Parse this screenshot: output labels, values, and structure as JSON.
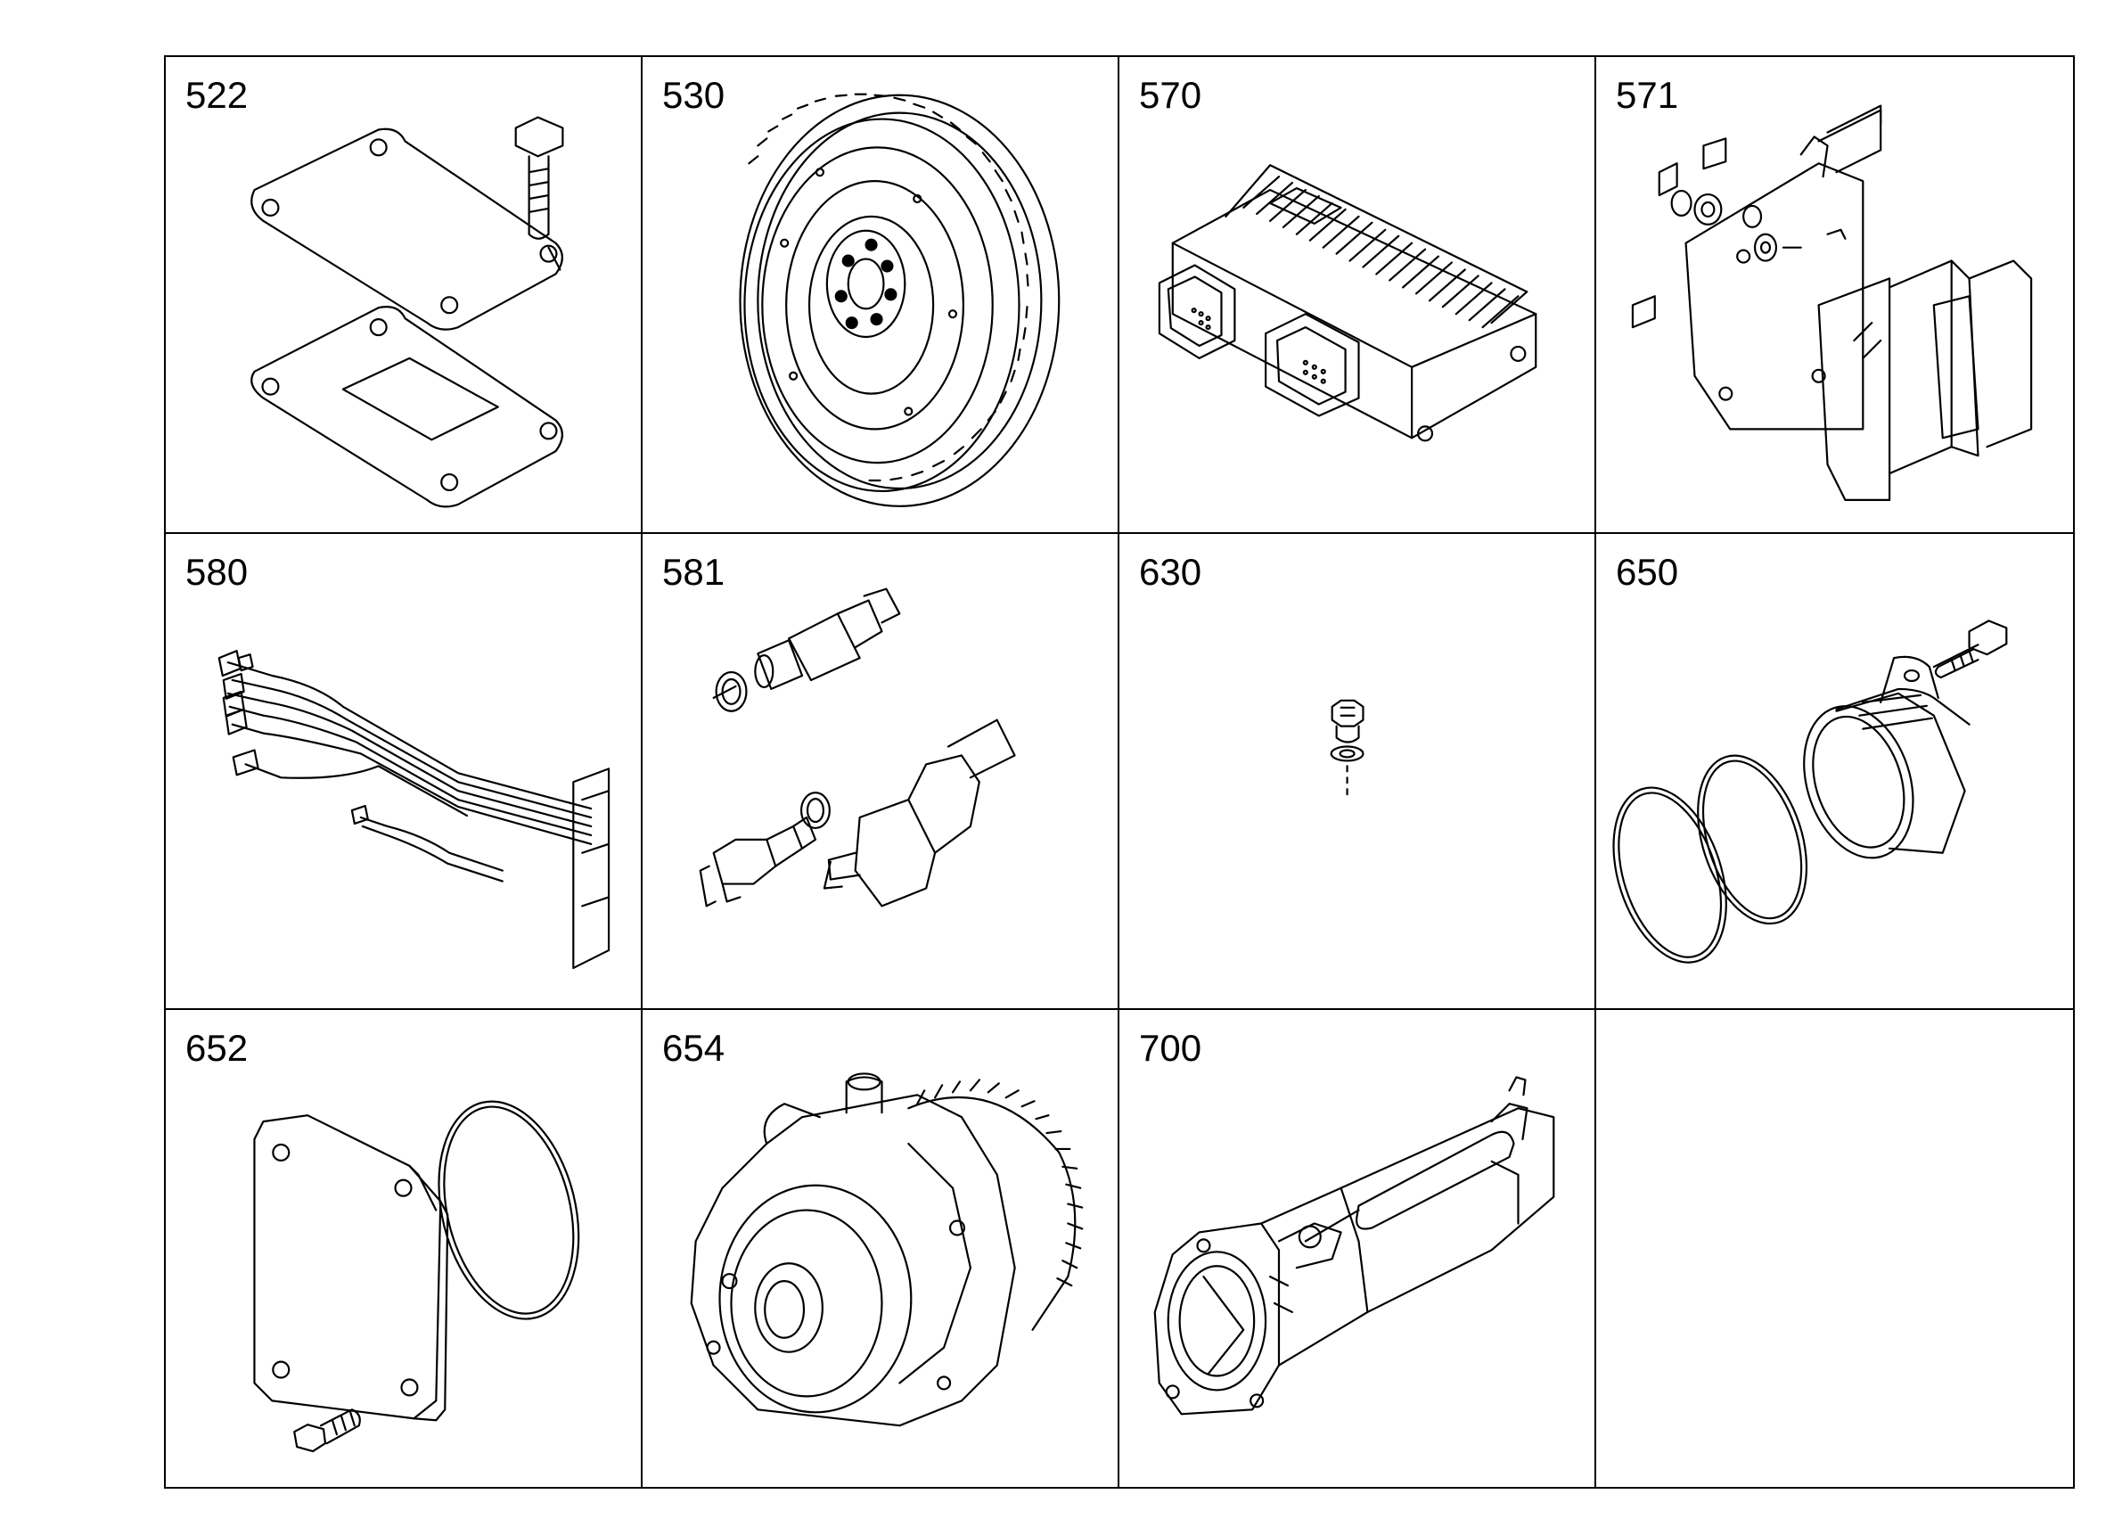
{
  "parts": [
    {
      "number": "522",
      "icon": "gasket-plates-with-bolt-icon"
    },
    {
      "number": "530",
      "icon": "flywheel-ring-gear-icon"
    },
    {
      "number": "570",
      "icon": "engine-control-unit-icon"
    },
    {
      "number": "571",
      "icon": "ecu-mounting-bracket-icon"
    },
    {
      "number": "580",
      "icon": "wiring-harness-icon"
    },
    {
      "number": "581",
      "icon": "sensors-with-seal-rings-icon"
    },
    {
      "number": "630",
      "icon": "plug-screw-with-washer-icon"
    },
    {
      "number": "650",
      "icon": "flange-with-o-rings-icon"
    },
    {
      "number": "652",
      "icon": "cover-plate-with-o-ring-icon"
    },
    {
      "number": "654",
      "icon": "gear-pump-icon"
    },
    {
      "number": "700",
      "icon": "throttle-housing-with-actuator-icon"
    },
    {
      "number": "",
      "icon": ""
    }
  ]
}
